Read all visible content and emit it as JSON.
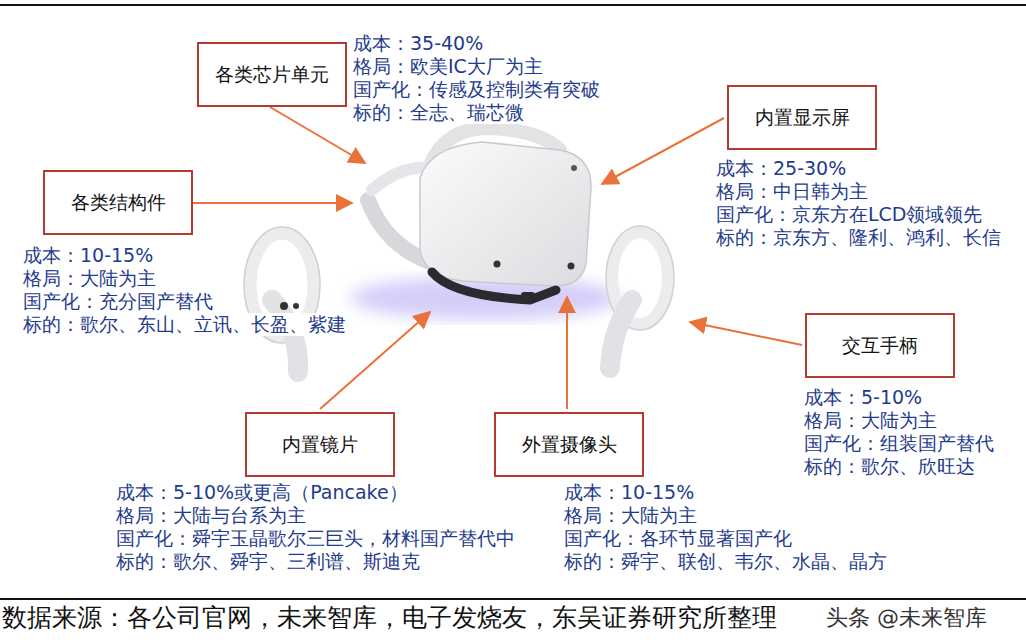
{
  "diagram": {
    "caption": "数据来源：各公司官网，未来智库，电子发烧友，东吴证券研究所整理",
    "nodes": [
      {
        "text": [
          "各类芯片单元",
          "成本：35-40%",
          "格局：欧美IC大厂为主",
          "国产化：传感及控制类有突破",
          "标的：全志、瑞芯微"
        ]
      },
      {
        "text": [
          "内置显示屏",
          "成本：25-30%",
          "格局：中日韩为主",
          "国产化：京东方在LCD领域领先",
          "标的：京东方、隆利、鸿利、长信"
        ]
      },
      {
        "text": [
          "各类结构件",
          "成本：10-15%",
          "格局：大陆为主",
          "国产化：充分国产替代",
          "标的：歌尔、东山、立讯、长盈、紫建"
        ]
      },
      {
        "text": [
          "交互手柄",
          "成本：5-10%",
          "格局：大陆为主",
          "国产化：组装国产替代",
          "标的：歌尔、欣旺达"
        ]
      },
      {
        "text": [
          "内置镜片",
          "成本：5-10%或更高（Pancake）",
          "格局：大陆与台系为主",
          "国产化：舜宇玉晶歌尔三巨头，材料国产替代中",
          "标的：歌尔、舜宇、三利谱、斯迪克"
        ]
      },
      {
        "text": [
          "外置摄像头",
          "成本：10-15%",
          "格局：大陆为主",
          "国产化：各环节显著国产化",
          "标的：舜宇、联创、韦尔、水晶、晶方"
        ]
      }
    ],
    "labels": [
      "头条 @未来智库"
    ]
  }
}
